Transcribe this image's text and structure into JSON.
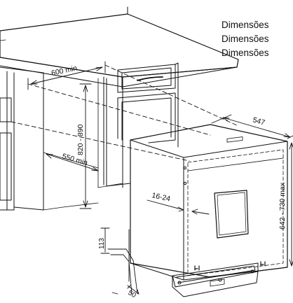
{
  "legend": {
    "lines": [
      "Dimensões",
      "Dimensões",
      "Dimensões"
    ]
  },
  "dimensions": {
    "cabinet_width": "600 min",
    "cabinet_height": "820 - 890",
    "cabinet_depth": "550 min",
    "appliance_depth": "547",
    "appliance_height": "642 - 730 max",
    "door_gap": "16-24",
    "plinth_height": "113",
    "plinth_depth": "50"
  },
  "colors": {
    "line": "#111111",
    "background": "#ffffff"
  }
}
